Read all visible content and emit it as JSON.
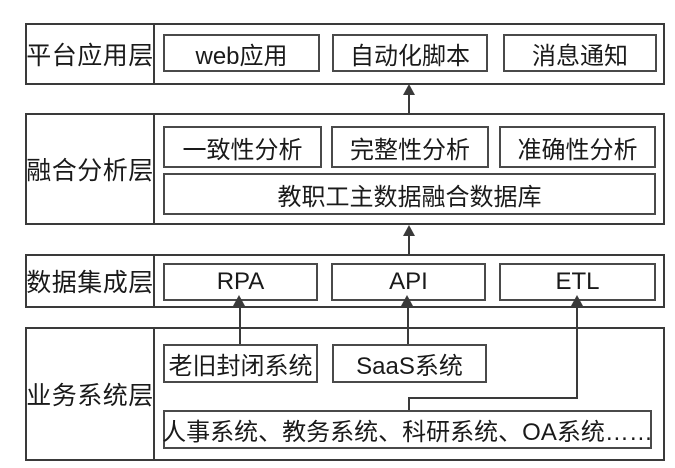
{
  "layers": [
    {
      "label": "平台应用层",
      "boxes": [
        "web应用",
        "自动化脚本",
        "消息通知"
      ]
    },
    {
      "label": "融合分析层",
      "boxes": [
        "一致性分析",
        "完整性分析",
        "准确性分析"
      ],
      "wide_box": "教职工主数据融合数据库"
    },
    {
      "label": "数据集成层",
      "boxes": [
        "RPA",
        "API",
        "ETL"
      ]
    },
    {
      "label": "业务系统层",
      "boxes": [
        "老旧封闭系统",
        "SaaS系统"
      ],
      "wide_box": "人事系统、教务系统、科研系统、OA系统……"
    }
  ],
  "colors": {
    "border": "#3a3a3a",
    "inner_border": "#4a4a4a",
    "text": "#1a1a1a",
    "background": "#ffffff"
  }
}
